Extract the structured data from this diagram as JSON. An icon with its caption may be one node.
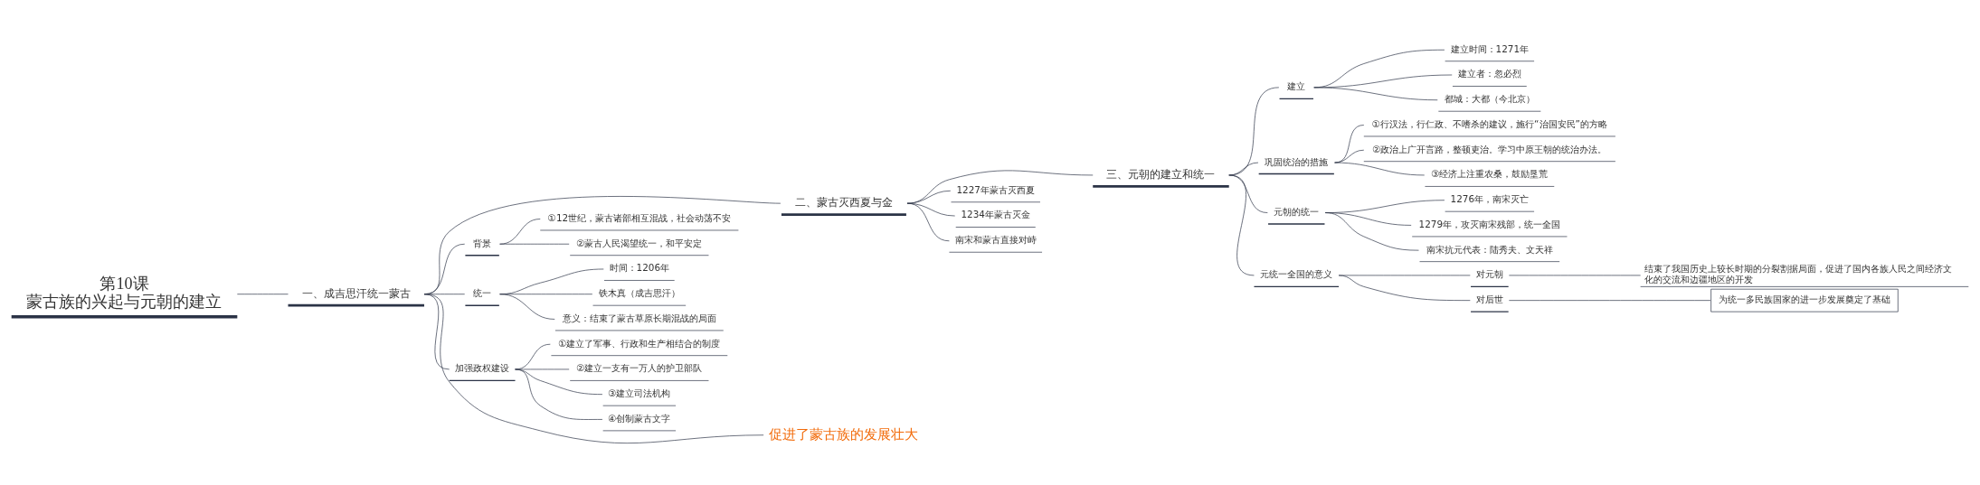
{
  "diagram": {
    "nodes": [
      {
        "text": [
          "第10课",
          "蒙古族的兴起与元朝的建立"
        ]
      },
      {
        "text": [
          "一、成吉思汗统一蒙古"
        ]
      },
      {
        "text": [
          "二、蒙古灭西夏与金"
        ]
      },
      {
        "text": [
          "三、元朝的建立和统一"
        ]
      },
      {
        "text": [
          "背景"
        ]
      },
      {
        "text": [
          "①12世纪，蒙古诸部相互混战，社会动荡不安"
        ]
      },
      {
        "text": [
          "②蒙古人民渴望统一，和平安定"
        ]
      },
      {
        "text": [
          "统一"
        ]
      },
      {
        "text": [
          "时间：1206年"
        ]
      },
      {
        "text": [
          "铁木真（成吉思汗）"
        ]
      },
      {
        "text": [
          "意义：结束了蒙古草原长期混战的局面"
        ]
      },
      {
        "text": [
          "加强政权建设"
        ]
      },
      {
        "text": [
          "①建立了军事、行政和生产相结合的制度"
        ]
      },
      {
        "text": [
          "②建立一支有一万人的护卫部队"
        ]
      },
      {
        "text": [
          "③建立司法机构"
        ]
      },
      {
        "text": [
          "④创制蒙古文字"
        ]
      },
      {
        "text": [
          "促进了蒙古族的发展壮大"
        ]
      },
      {
        "text": [
          "1227年蒙古灭西夏"
        ]
      },
      {
        "text": [
          "1234年蒙古灭金"
        ]
      },
      {
        "text": [
          "南宋和蒙古直接对峙"
        ]
      },
      {
        "text": [
          "建立"
        ]
      },
      {
        "text": [
          "建立时间：1271年"
        ]
      },
      {
        "text": [
          "建立者：忽必烈"
        ]
      },
      {
        "text": [
          "都城：大都（今北京）"
        ]
      },
      {
        "text": [
          "巩固统治的措施"
        ]
      },
      {
        "text": [
          "①行汉法，行仁政、不嗜杀的建议，施行“治国安民”的方略"
        ]
      },
      {
        "text": [
          "②政治上广开言路，整顿吏治。学习中原王朝的统治办法。"
        ]
      },
      {
        "text": [
          "③经济上注重农桑，鼓励垦荒"
        ]
      },
      {
        "text": [
          "元朝的统一"
        ]
      },
      {
        "text": [
          "1276年，南宋灭亡"
        ]
      },
      {
        "text": [
          "1279年，攻灭南宋残部，统一全国"
        ]
      },
      {
        "text": [
          "南宋抗元代表：陆秀夫、文天祥"
        ]
      },
      {
        "text": [
          "元统一全国的意义"
        ]
      },
      {
        "text": [
          "对元朝"
        ]
      },
      {
        "text": [
          "结束了我国历史上较长时期的分裂割据局面，促进了国内各族人民之间经济文化的交流和边疆地区的开发"
        ]
      },
      {
        "text": [
          "对后世"
        ]
      },
      {
        "text": [
          "为统一多民族国家的进一步发展奠定了基础"
        ]
      }
    ],
    "edges": [
      {
        "from": 0,
        "to": 1,
        "arrow": "none"
      },
      {
        "from": 1,
        "to": 2,
        "arrow": "none"
      },
      {
        "from": 2,
        "to": 3,
        "arrow": "none"
      },
      {
        "from": 1,
        "to": 4,
        "arrow": "none"
      },
      {
        "from": 4,
        "to": 5,
        "arrow": "none"
      },
      {
        "from": 4,
        "to": 6,
        "arrow": "none"
      },
      {
        "from": 1,
        "to": 7,
        "arrow": "none"
      },
      {
        "from": 7,
        "to": 8,
        "arrow": "none"
      },
      {
        "from": 7,
        "to": 9,
        "arrow": "none"
      },
      {
        "from": 7,
        "to": 10,
        "arrow": "none"
      },
      {
        "from": 1,
        "to": 11,
        "arrow": "none"
      },
      {
        "from": 11,
        "to": 12,
        "arrow": "none"
      },
      {
        "from": 11,
        "to": 13,
        "arrow": "none"
      },
      {
        "from": 11,
        "to": 14,
        "arrow": "none"
      },
      {
        "from": 11,
        "to": 15,
        "arrow": "none"
      },
      {
        "from": 1,
        "to": 16,
        "arrow": "none"
      },
      {
        "from": 2,
        "to": 17,
        "arrow": "none"
      },
      {
        "from": 2,
        "to": 18,
        "arrow": "none"
      },
      {
        "from": 2,
        "to": 19,
        "arrow": "none"
      },
      {
        "from": 3,
        "to": 20,
        "arrow": "none"
      },
      {
        "from": 20,
        "to": 21,
        "arrow": "none"
      },
      {
        "from": 20,
        "to": 22,
        "arrow": "none"
      },
      {
        "from": 20,
        "to": 23,
        "arrow": "none"
      },
      {
        "from": 3,
        "to": 24,
        "arrow": "none"
      },
      {
        "from": 24,
        "to": 25,
        "arrow": "none"
      },
      {
        "from": 24,
        "to": 26,
        "arrow": "none"
      },
      {
        "from": 24,
        "to": 27,
        "arrow": "none"
      },
      {
        "from": 3,
        "to": 28,
        "arrow": "none"
      },
      {
        "from": 28,
        "to": 29,
        "arrow": "none"
      },
      {
        "from": 28,
        "to": 30,
        "arrow": "none"
      },
      {
        "from": 28,
        "to": 31,
        "arrow": "none"
      },
      {
        "from": 3,
        "to": 32,
        "arrow": "none"
      },
      {
        "from": 32,
        "to": 33,
        "arrow": "none"
      },
      {
        "from": 33,
        "to": 34,
        "arrow": "none"
      },
      {
        "from": 32,
        "to": 35,
        "arrow": "none"
      },
      {
        "from": 35,
        "to": 36,
        "arrow": "none"
      }
    ]
  }
}
